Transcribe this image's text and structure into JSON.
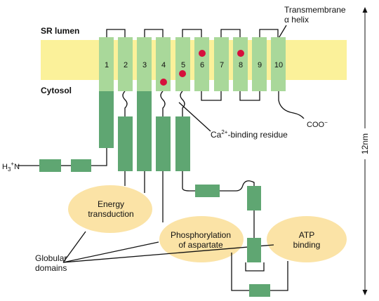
{
  "labels": {
    "sr_lumen": "SR lumen",
    "cytosol": "Cytosol",
    "transmembrane_line1": "Transmembrane",
    "transmembrane_line2": "α helix",
    "coo": "COO",
    "coo_sup": "−",
    "ca_prefix": "Ca",
    "ca_sup": "2+",
    "ca_suffix": "-binding residue",
    "n_term": "H",
    "n_sub": "3",
    "n_sup": "+",
    "n_end": "N",
    "scale": "12nm",
    "globular_line1": "Globular",
    "globular_line2": "domains"
  },
  "helices": [
    "1",
    "2",
    "3",
    "4",
    "5",
    "6",
    "7",
    "8",
    "9",
    "10"
  ],
  "domains": [
    {
      "line1": "Energy",
      "line2": "transduction"
    },
    {
      "line1": "Phosphorylation",
      "line2": "of aspartate"
    },
    {
      "line1": "ATP",
      "line2": "binding"
    }
  ],
  "colors": {
    "membrane": "#fbf19a",
    "helix": "#a9d89a",
    "segment": "#5fa672",
    "domain": "#fbe3a6",
    "residue": "#d6103c",
    "line": "#111111"
  }
}
